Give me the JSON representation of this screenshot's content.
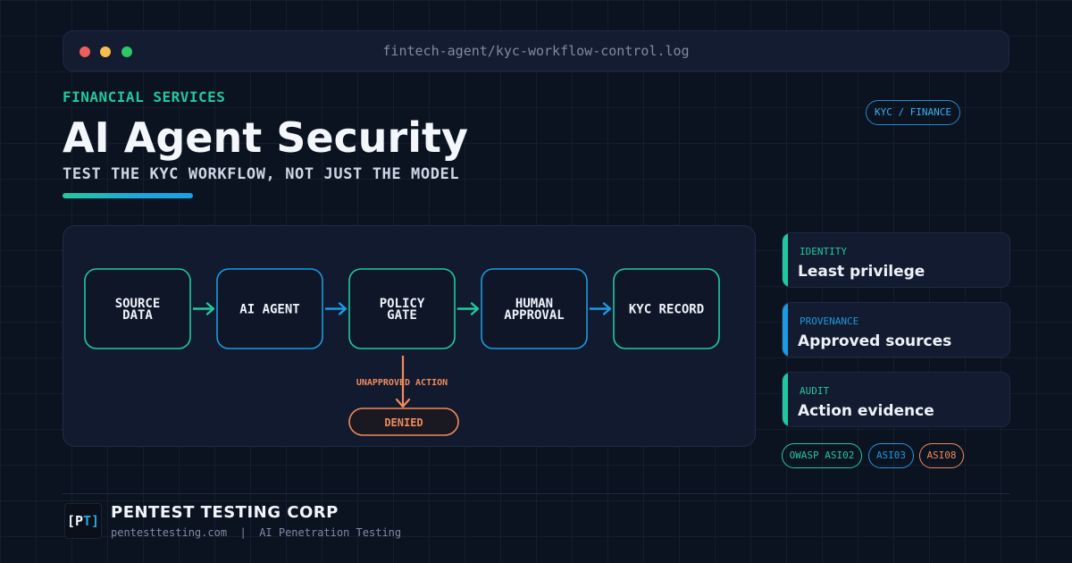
{
  "window": {
    "title": "fintech-agent/kyc-workflow-control.log",
    "controls": [
      "close",
      "minimize",
      "maximize"
    ]
  },
  "header": {
    "eyebrow": "FINANCIAL SERVICES",
    "title": "AI Agent Security",
    "subtitle": "TEST THE KYC WORKFLOW, NOT JUST THE MODEL",
    "tag": "KYC / FINANCE"
  },
  "diagram": {
    "nodes": [
      {
        "lines": [
          "SOURCE",
          "DATA"
        ],
        "color": "#22c9a0"
      },
      {
        "lines": [
          "AI AGENT"
        ],
        "color": "#1e9ae0"
      },
      {
        "lines": [
          "POLICY",
          "GATE"
        ],
        "color": "#22c9a0"
      },
      {
        "lines": [
          "HUMAN",
          "APPROVAL"
        ],
        "color": "#1e9ae0"
      },
      {
        "lines": [
          "KYC RECORD"
        ],
        "color": "#22c9a0"
      }
    ],
    "arrow_colors": [
      "#22c9a0",
      "#1e9ae0",
      "#22c9a0",
      "#1e9ae0"
    ],
    "branch": {
      "label": "UNAPPROVED ACTION",
      "outcome": "DENIED",
      "color": "#f08a5d"
    }
  },
  "cards": [
    {
      "label": "IDENTITY",
      "title": "Least privilege",
      "color": "#22c9a0"
    },
    {
      "label": "PROVENANCE",
      "title": "Approved sources",
      "color": "#1e9ae0"
    },
    {
      "label": "AUDIT",
      "title": "Action evidence",
      "color": "#22c9a0"
    }
  ],
  "chips": [
    {
      "text": "OWASP ASI02",
      "color": "#22c9a0"
    },
    {
      "text": "ASI03",
      "color": "#1e9ae0"
    },
    {
      "text": "ASI08",
      "color": "#f08a5d"
    }
  ],
  "footer": {
    "logo": {
      "left": "[P",
      "right": "T]"
    },
    "company": "PENTEST TESTING CORP",
    "website": "pentesttesting.com",
    "separator": "|",
    "tagline": "AI Penetration Testing"
  }
}
